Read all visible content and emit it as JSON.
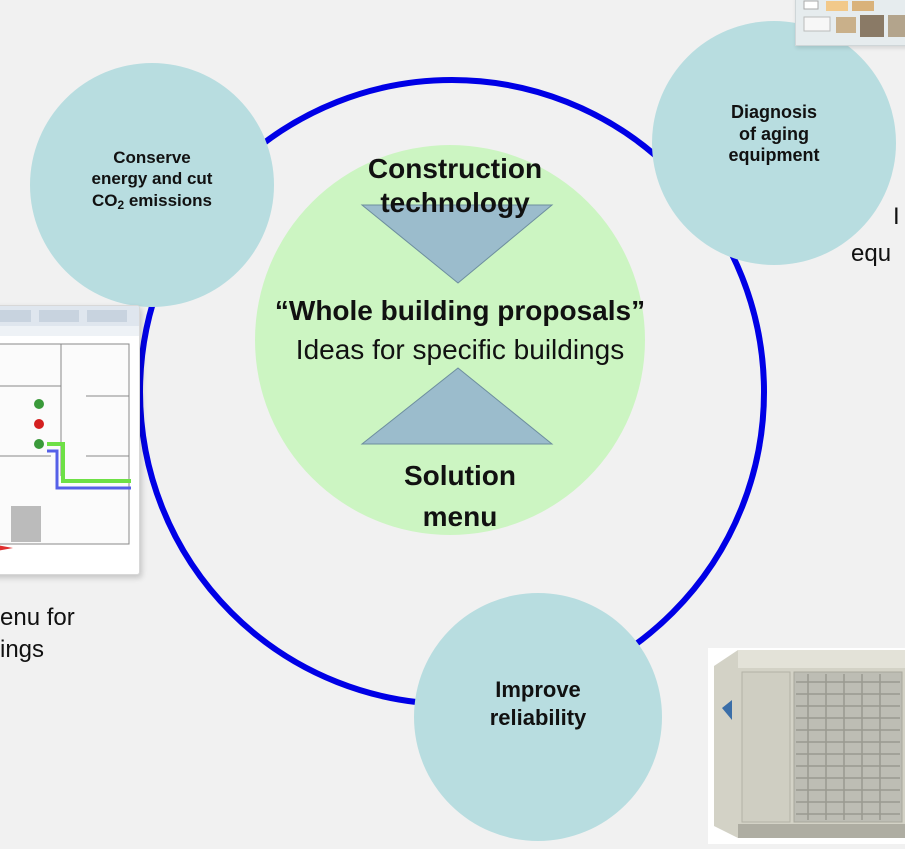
{
  "diagram": {
    "top_label": [
      "Construction",
      "technology"
    ],
    "center_title": "“Whole building proposals”",
    "center_subtitle": "Ideas for specific buildings",
    "bottom_label": [
      "Solution",
      "menu"
    ],
    "nodes": {
      "energy": {
        "line1": "Conserve",
        "line2": "energy and cut",
        "co2_prefix": "CO",
        "co2_sub": "2",
        "co2_suffix": " emissions"
      },
      "aging": {
        "line1": "Diagnosis",
        "line2": "of aging",
        "line3": "equipment"
      },
      "reliability": {
        "line1": "Improve",
        "line2": "reliability"
      }
    },
    "fragments": {
      "left_line1": "enu for",
      "left_line2": "ings",
      "right_char": "I",
      "right_line": "equ"
    }
  },
  "colors": {
    "ring": "#0000e6",
    "node_fill": "#b8dde0",
    "center_fill": "#ccf5c2",
    "arrow_fill": "#9bbccc",
    "background": "#f1f1f1"
  }
}
